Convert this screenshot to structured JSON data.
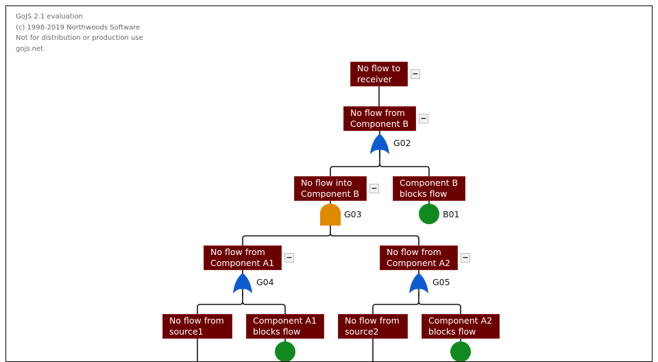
{
  "watermark": [
    "GoJS 2.1 evaluation",
    "(c) 1998-2019 Northwoods Software",
    "Not for distribution or production use",
    "gojs.net"
  ],
  "colors": {
    "event": "#6b0000",
    "or_gate": "#0d5bd1",
    "and_gate": "#e08a00",
    "basic": "#108a20",
    "link": "#111111"
  },
  "nodes": [
    {
      "id": "top",
      "text": "No flow to\nreceiver",
      "collapse": "−"
    },
    {
      "id": "b",
      "text": "No flow from\nComponent B",
      "collapse": "−",
      "gate": {
        "type": "or",
        "label": "G02"
      }
    },
    {
      "id": "intoB",
      "text": "No flow into\nComponent B",
      "collapse": "−",
      "gate": {
        "type": "and",
        "label": "G03"
      }
    },
    {
      "id": "bblock",
      "text": "Component B\nblocks flow",
      "gate": {
        "type": "basic",
        "label": "B01"
      }
    },
    {
      "id": "a1",
      "text": "No flow from\nComponent A1",
      "collapse": "−",
      "gate": {
        "type": "or",
        "label": "G04"
      }
    },
    {
      "id": "a2",
      "text": "No flow from\nComponent A2",
      "collapse": "−",
      "gate": {
        "type": "or",
        "label": "G05"
      }
    },
    {
      "id": "s1",
      "text": "No flow from\nsource1"
    },
    {
      "id": "a1block",
      "text": "Component A1\nblocks flow"
    },
    {
      "id": "s2",
      "text": "No flow from\nsource2"
    },
    {
      "id": "a2block",
      "text": "Component A2\nblocks flow"
    }
  ]
}
